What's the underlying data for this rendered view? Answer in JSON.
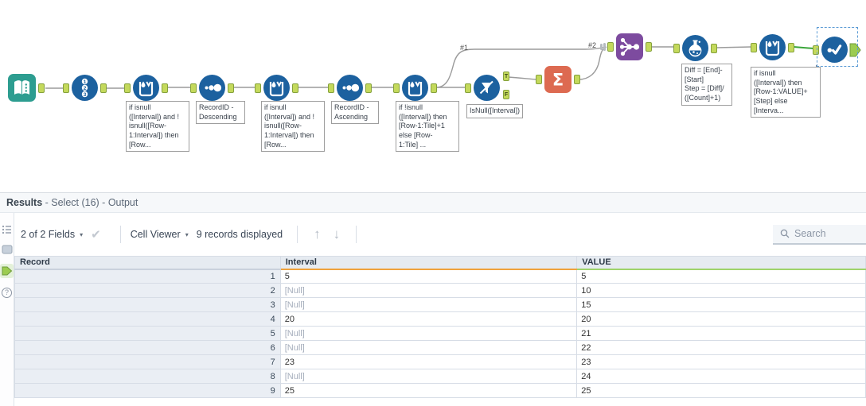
{
  "colors": {
    "tool-blue": "#1c619f",
    "tool-teal": "#2d9d90",
    "tool-orange": "#dd6a51",
    "tool-purple": "#7d4b9f",
    "anchor-green": "#c4d95c",
    "anchor-border": "#85a13b",
    "wire": "#9b9b9b",
    "wire-selected": "#3aa53a",
    "selection-blue": "#5b9bd5",
    "null-text": "#a6aebc"
  },
  "canvas": {
    "connection_labels": {
      "first": "#1",
      "second": "#2"
    },
    "filter_anchors": {
      "true_label": "T",
      "false_label": "F"
    },
    "annotations": {
      "mrf1": "if isnull\n([Interval]) and !\nisnull([Row-\n1:Interval]) then\n[Row...",
      "sort1": "RecordID -\nDescending",
      "mrf2": "if isnull\n([Interval]) and !\nisnull([Row-\n1:Interval]) then\n[Row...",
      "sort2": "RecordID -\nAscending",
      "mrf3": "if !isnull\n([Interval]) then\n[Row-1:Tile]+1\nelse [Row-\n1:Tile] ...",
      "filter": "IsNull([Interval])",
      "formula": "Diff = [End]-\n[Start]\nStep = [Diff]/\n([Count]+1)",
      "mrf4": "if isnull\n([Interval]) then\n[Row-1:VALUE]+\n[Step] else\n[Interva..."
    }
  },
  "results": {
    "title_bold": "Results",
    "title_rest": " - Select (16) - Output",
    "toolbar": {
      "fields_dropdown": "2 of 2 Fields",
      "cell_viewer": "Cell Viewer",
      "records_displayed": "9 records displayed",
      "search_placeholder": "Search"
    },
    "table": {
      "null_text": "[Null]",
      "columns": [
        {
          "label": "Record",
          "underline": ""
        },
        {
          "label": "Interval",
          "underline": "#f0a23c"
        },
        {
          "label": "VALUE",
          "underline": "#9ed36a"
        }
      ],
      "rows": [
        [
          "1",
          "5",
          "5"
        ],
        [
          "2",
          "[Null]",
          "10"
        ],
        [
          "3",
          "[Null]",
          "15"
        ],
        [
          "4",
          "20",
          "20"
        ],
        [
          "5",
          "[Null]",
          "21"
        ],
        [
          "6",
          "[Null]",
          "22"
        ],
        [
          "7",
          "23",
          "23"
        ],
        [
          "8",
          "[Null]",
          "24"
        ],
        [
          "9",
          "25",
          "25"
        ]
      ]
    }
  }
}
